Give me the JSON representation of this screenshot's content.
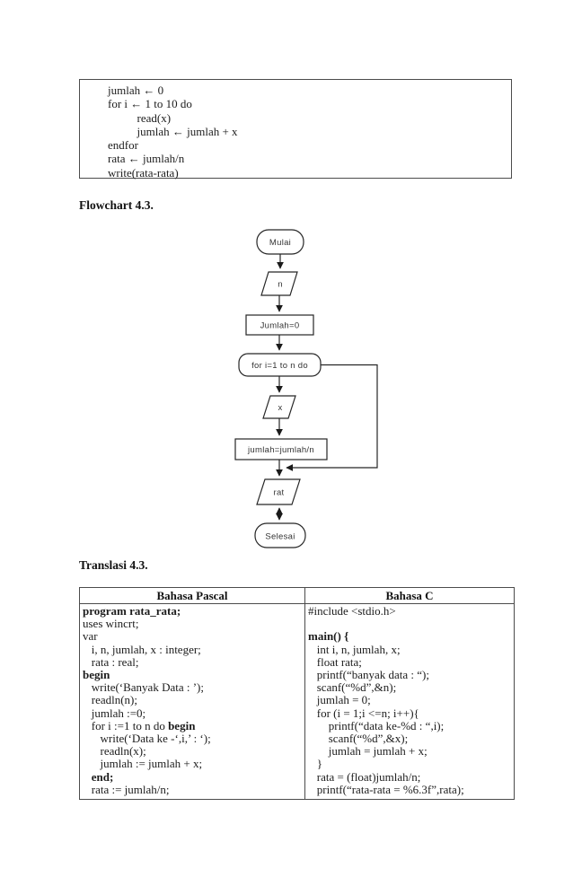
{
  "pseudocode_box": {
    "lines": [
      "jumlah ← 0",
      "for i ← 1 to 10 do",
      "          read(x)",
      "          jumlah ← jumlah + x",
      "endfor",
      "rata ← jumlah/n",
      "write(rata-rata)"
    ]
  },
  "flowchart": {
    "heading": "Flowchart 4.3.",
    "nodes": {
      "start": "Mulai",
      "input_n": "n",
      "init": "Jumlah=0",
      "loop": "for i=1 to n do",
      "input_x": "x",
      "process": "jumlah=jumlah/n",
      "output": "rat",
      "end": "Selesai"
    }
  },
  "translation": {
    "heading": "Translasi 4.3.",
    "table": {
      "header_pascal": "Bahasa Pascal",
      "header_c": "Bahasa C",
      "pascal_lines": [
        {
          "pre": "",
          "bold": "program rata_rata;"
        },
        {
          "pre": "uses wincrt;",
          "bold": ""
        },
        {
          "pre": "var",
          "bold": ""
        },
        {
          "pre": "   i, n, jumlah, x : integer;",
          "bold": ""
        },
        {
          "pre": "   rata : real;",
          "bold": ""
        },
        {
          "pre": "",
          "bold": "begin"
        },
        {
          "pre": "   write(‘Banyak Data : ’);",
          "bold": ""
        },
        {
          "pre": "   readln(n);",
          "bold": ""
        },
        {
          "pre": "   jumlah :=0;",
          "bold": ""
        },
        {
          "pre": "   for i :=1 to n do ",
          "bold": "begin"
        },
        {
          "pre": "      write(‘Data ke -‘,i,’ : ‘);",
          "bold": ""
        },
        {
          "pre": "      readln(x);",
          "bold": ""
        },
        {
          "pre": "      jumlah := jumlah + x;",
          "bold": ""
        },
        {
          "pre": "   ",
          "bold": "end;"
        },
        {
          "pre": "   rata := jumlah/n;",
          "bold": ""
        }
      ],
      "c_lines": [
        {
          "pre": "#include <stdio.h>",
          "bold": ""
        },
        {
          "pre": "",
          "bold": ""
        },
        {
          "pre": "",
          "bold": "main() {"
        },
        {
          "pre": "   int i, n, jumlah, x;",
          "bold": ""
        },
        {
          "pre": "   float rata;",
          "bold": ""
        },
        {
          "pre": "   printf(“banyak data : “);",
          "bold": ""
        },
        {
          "pre": "   scanf(“%d”,&n);",
          "bold": ""
        },
        {
          "pre": "   jumlah = 0;",
          "bold": ""
        },
        {
          "pre": "   for (i = 1;i <=n; i++){",
          "bold": ""
        },
        {
          "pre": "       printf(“data ke-%d : “,i);",
          "bold": ""
        },
        {
          "pre": "       scanf(“%d”,&x);",
          "bold": ""
        },
        {
          "pre": "       jumlah = jumlah + x;",
          "bold": ""
        },
        {
          "pre": "   }",
          "bold": ""
        },
        {
          "pre": "   rata = (float)jumlah/n;",
          "bold": ""
        },
        {
          "pre": "   printf(“rata-rata = %6.3f”,rata);",
          "bold": ""
        }
      ]
    }
  }
}
